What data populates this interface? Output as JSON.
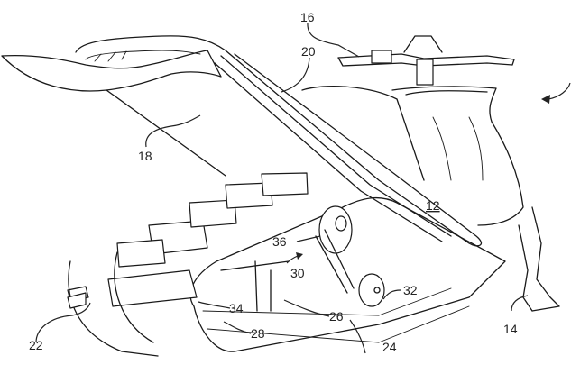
{
  "figure": {
    "subject": "snowmobile patent drawing",
    "reference_numerals": [
      {
        "id": "12",
        "label": "12",
        "underlined": true,
        "part": "frame"
      },
      {
        "id": "14",
        "label": "14",
        "part": "ski"
      },
      {
        "id": "16",
        "label": "16",
        "part": "handlebar"
      },
      {
        "id": "18",
        "label": "18",
        "part": "flap"
      },
      {
        "id": "20",
        "label": "20",
        "part": "rail"
      },
      {
        "id": "22",
        "label": "22",
        "part": "track-end"
      },
      {
        "id": "24",
        "label": "24",
        "part": "track"
      },
      {
        "id": "26",
        "label": "26",
        "part": "slide-rail"
      },
      {
        "id": "28",
        "label": "28",
        "part": "rail-frame"
      },
      {
        "id": "30",
        "label": "30",
        "part": "suspension"
      },
      {
        "id": "32",
        "label": "32",
        "part": "idler-wheel"
      },
      {
        "id": "34",
        "label": "34",
        "part": "rear-wheel"
      },
      {
        "id": "36",
        "label": "36",
        "part": "pulley"
      }
    ]
  }
}
